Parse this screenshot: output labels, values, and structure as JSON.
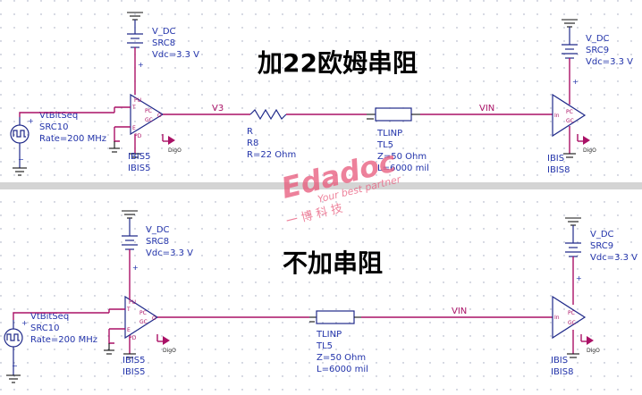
{
  "colors": {
    "wire": "#aa1166",
    "component": "#202a8a",
    "label": "#2233aa",
    "divider": "#c8c8c8",
    "watermark": "#e8587a"
  },
  "top": {
    "title": "加22欧姆串阻",
    "source": {
      "label1": "VtBitSeq",
      "label2": "SRC10",
      "label3": "Rate=200 MHz"
    },
    "vdc_left": {
      "label1": "V_DC",
      "label2": "SRC8",
      "label3": "Vdc=3.3 V"
    },
    "vdc_right": {
      "label1": "V_DC",
      "label2": "SRC9",
      "label3": "Vdc=3.3 V"
    },
    "driver": {
      "label1": "IBIS5",
      "label2": "IBIS5"
    },
    "receiver": {
      "label1": "IBIS",
      "label2": "IBIS8"
    },
    "net_v3": "V3",
    "net_vin": "VIN",
    "resistor": {
      "label1": "R",
      "label2": "R8",
      "label3": "R=22 Ohm"
    },
    "tline": {
      "label1": "TLINP",
      "label2": "TL5",
      "label3": "Z=50 Ohm",
      "label4": "L=6000 mil"
    },
    "digo_left": "DigO",
    "digo_right": "DigO"
  },
  "bottom": {
    "title": "不加串阻",
    "source": {
      "label1": "VtBitSeq",
      "label2": "SRC10",
      "label3": "Rate=200 MHz"
    },
    "vdc_left": {
      "label1": "V_DC",
      "label2": "SRC8",
      "label3": "Vdc=3.3 V"
    },
    "vdc_right": {
      "label1": "V_DC",
      "label2": "SRC9",
      "label3": "Vdc=3.3 V"
    },
    "driver": {
      "label1": "IBIS5",
      "label2": "IBIS5"
    },
    "receiver": {
      "label1": "IBIS",
      "label2": "IBIS8"
    },
    "net_vin": "VIN",
    "tline": {
      "label1": "TLINP",
      "label2": "TL5",
      "label3": "Z=50 Ohm",
      "label4": "L=6000 mil"
    },
    "digo_left": "DigO",
    "digo_right": "DigO"
  },
  "pins": {
    "pu": "PU",
    "t": "T",
    "e": "E",
    "pd": "PD",
    "pc": "PC",
    "gc": "GC",
    "o": "O",
    "in": "In"
  },
  "watermark": {
    "brand": "Edadoc",
    "slogan": "Your best partner",
    "cn": "一 博 科 技"
  }
}
